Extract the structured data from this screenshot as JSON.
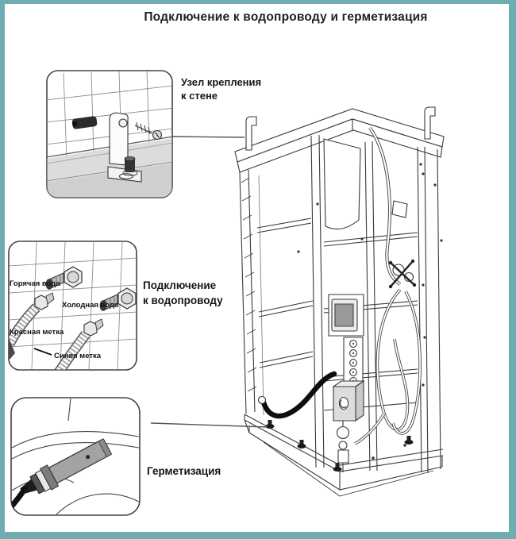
{
  "page": {
    "title": "Подключение к водопроводу и герметизация"
  },
  "theme": {
    "frame_color": "#6fadb3",
    "background_color": "#ffffff",
    "label_color": "#1a1a1a",
    "drawing_line_color": "#3a3a3a",
    "floor_color": "#d9d9d9",
    "sealant_tube_color": "#a3a3a3",
    "drain_hose_color": "#111111"
  },
  "callouts": {
    "wall_mount": {
      "line1": "Узел крепления",
      "line2": "к стене"
    },
    "water_supply": {
      "line1": "Подключение",
      "line2": "к водопроводу"
    },
    "sealing": {
      "label": "Герметизация"
    }
  },
  "water_inset": {
    "hot_label": "Горячая вода",
    "cold_label": "Холодная вода",
    "red_mark_label": "Красная метка",
    "blue_mark_label": "Синяя метка"
  }
}
